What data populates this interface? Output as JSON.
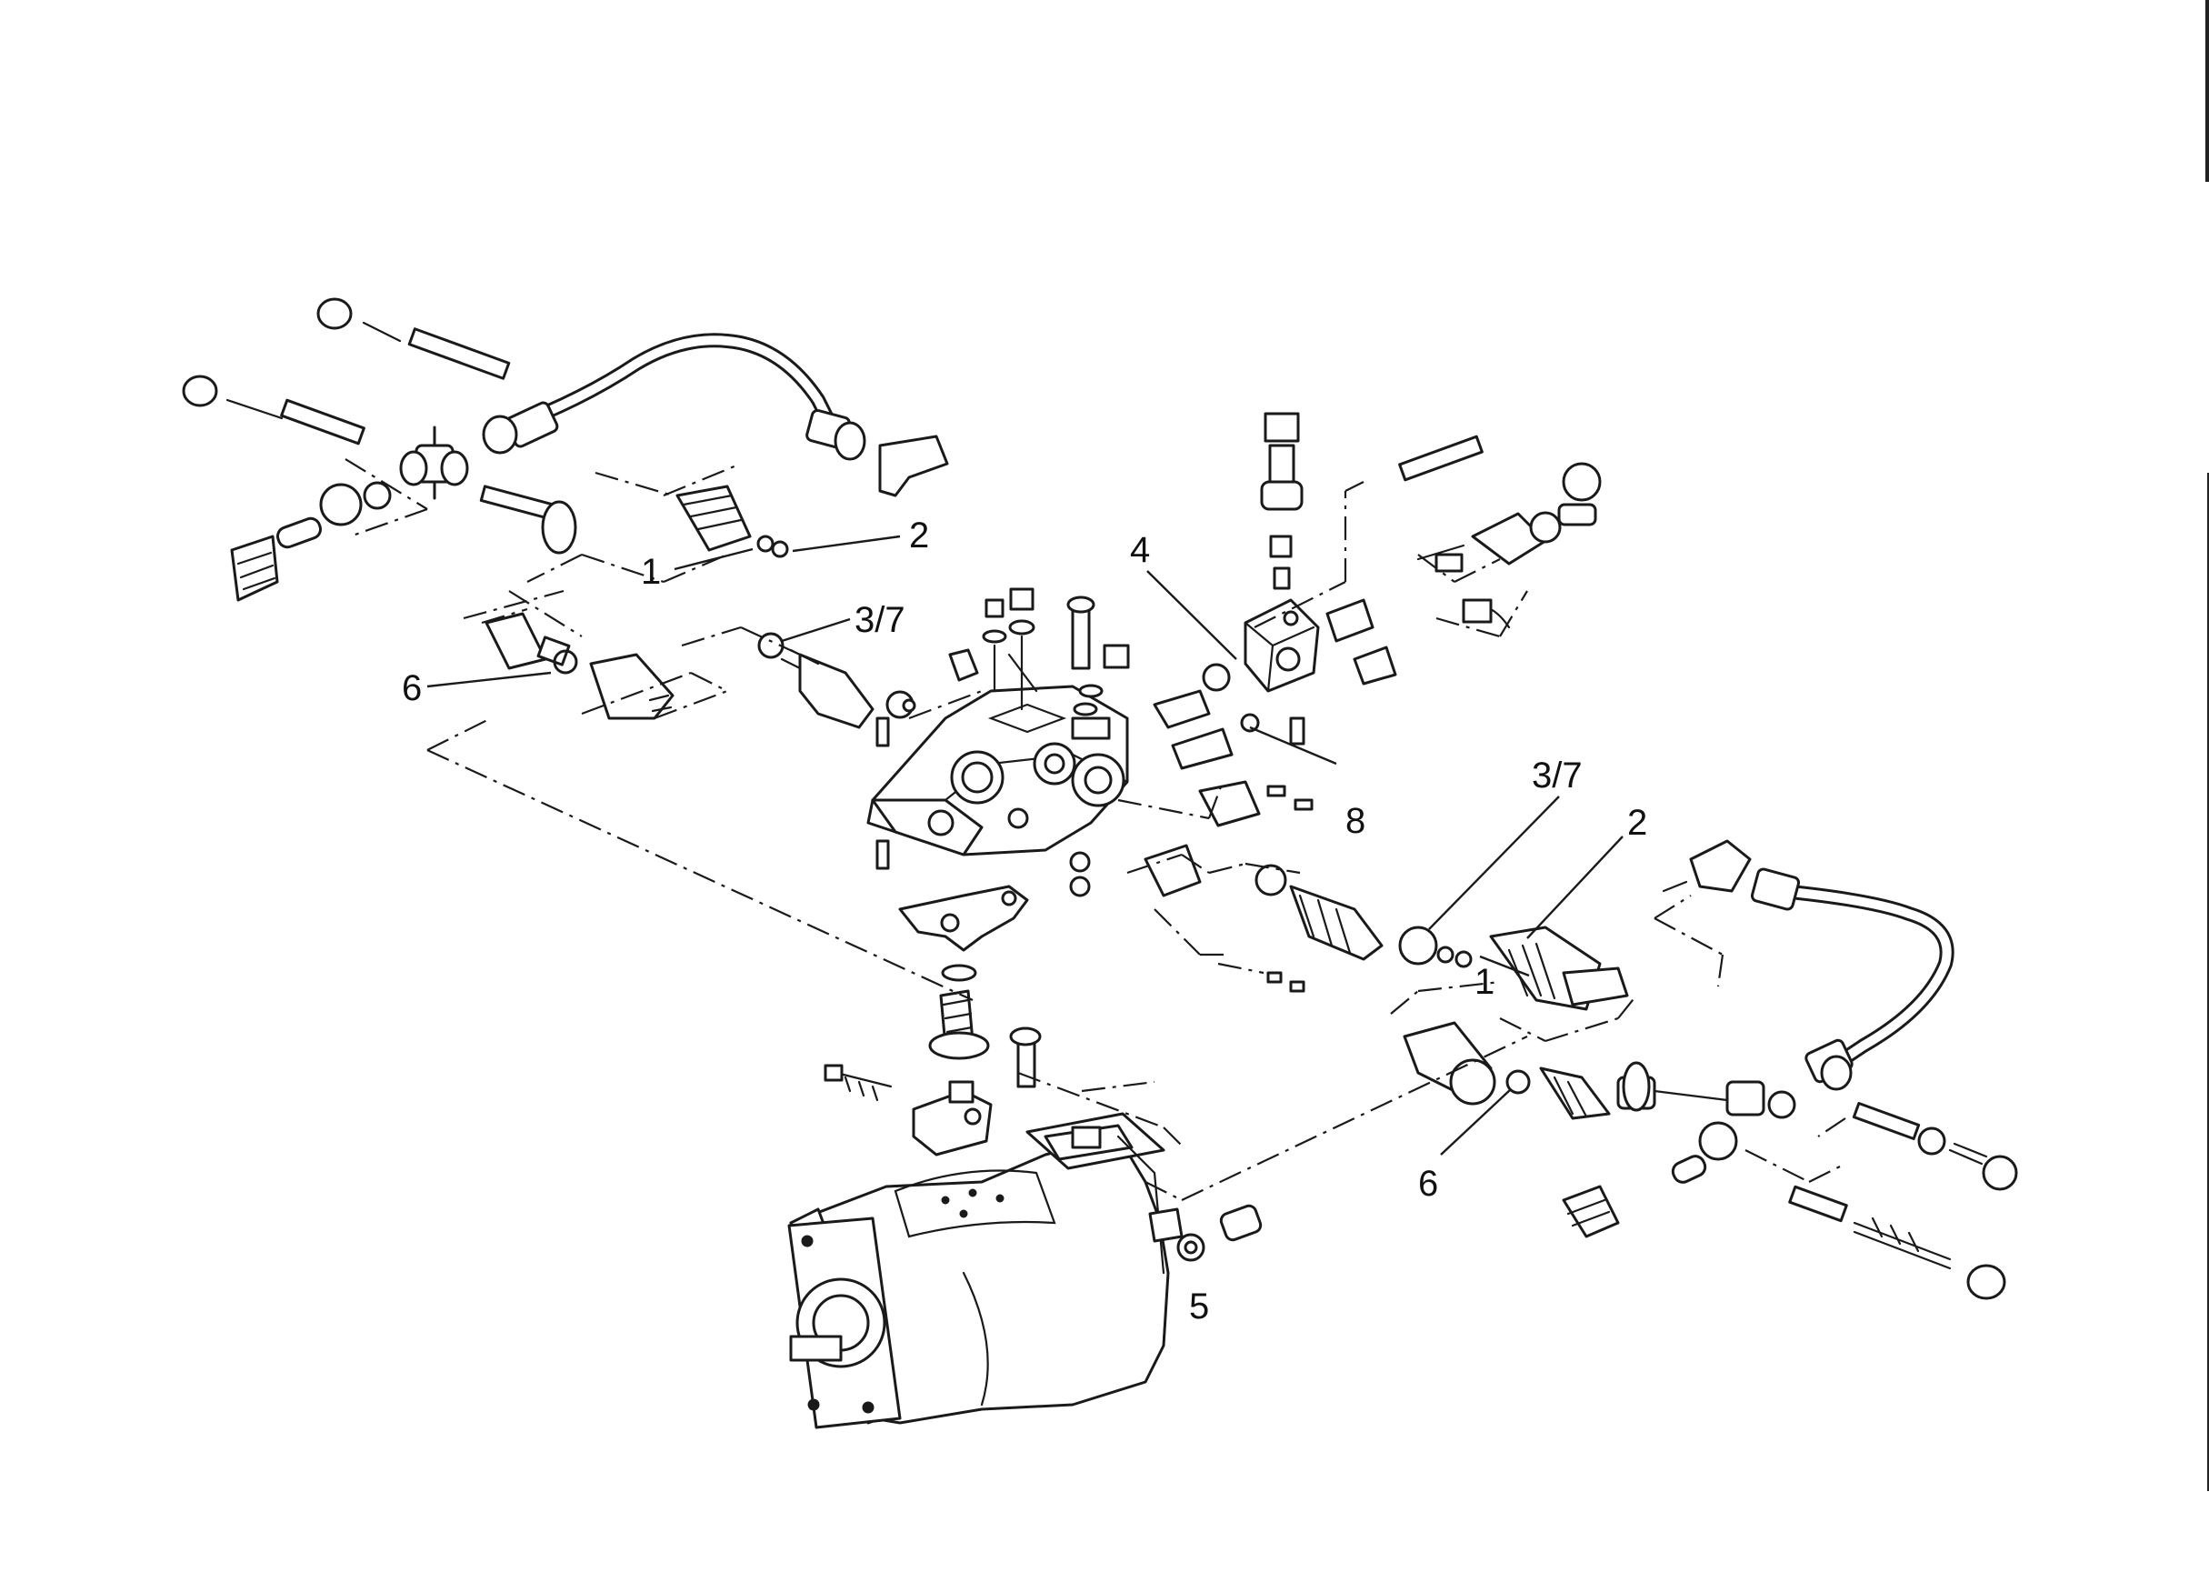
{
  "callouts": {
    "c1_left": "1",
    "c2_left": "2",
    "c37_left": "3/7",
    "c6_left": "6",
    "c4": "4",
    "c8": "8",
    "c37_right": "3/7",
    "c2_right": "2",
    "c1_right": "1",
    "c6_right": "6",
    "c5": "5"
  },
  "colors": {
    "ink": "#1a1a1a",
    "background": "#ffffff"
  }
}
